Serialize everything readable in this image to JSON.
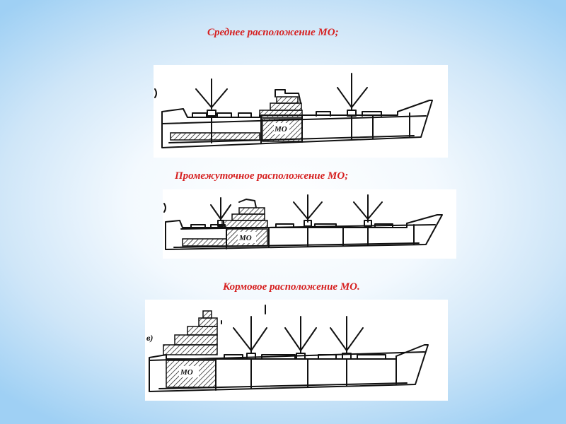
{
  "captions": {
    "midship": "Среднее расположение МО;",
    "intermediate": "Промежуточное расположение МО;",
    "stern": "Кормовое расположение МО."
  },
  "diagram_labels": {
    "engine_room": "МО",
    "variant_c": "в)"
  },
  "colors": {
    "caption_text": "#d62020",
    "line_art": "#111111",
    "panel_background": "#ffffff",
    "slide_background": "#a8d4f4"
  },
  "icons": {
    "hatch_pattern": "diagonal-hatch"
  }
}
